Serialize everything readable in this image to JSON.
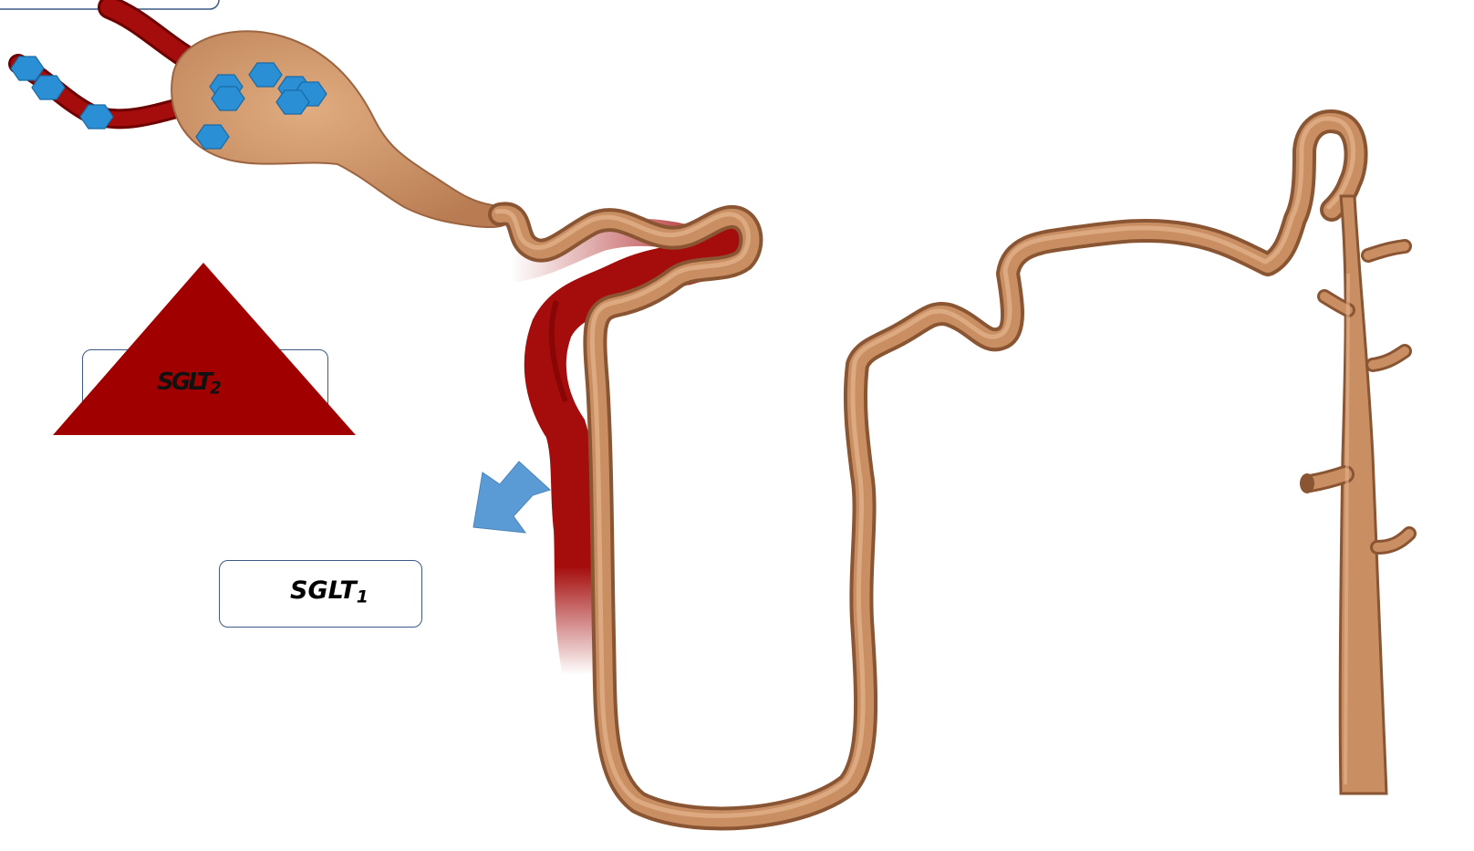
{
  "labels": {
    "sglt2": {
      "main": "SGLT",
      "sub": "2"
    },
    "sglt1": {
      "main": "SGLT",
      "sub": "1"
    }
  },
  "colors": {
    "tubule": "#c98f63",
    "tubule_dark": "#9c6440",
    "vessel": "#a50d0d",
    "vessel_dark": "#6e0000",
    "triangle": "#a00000",
    "glucose": "#2a8fd4",
    "arrow": "#5b9bd5",
    "box_border": "#3b5a86"
  },
  "icons": {
    "glucose": "hexagon-icon",
    "arrow": "arrow-down-left-icon",
    "triangle": "triangle-icon"
  }
}
